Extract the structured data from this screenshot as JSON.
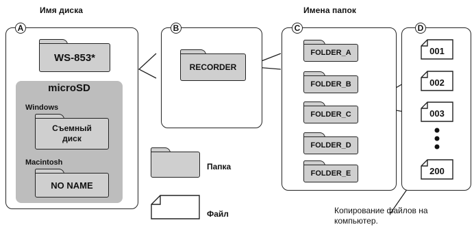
{
  "headings": {
    "disk_name": "Имя диска",
    "folder_names": "Имена папок"
  },
  "markers": {
    "a": "A",
    "b": "B",
    "c": "C",
    "d": "D"
  },
  "panel_a": {
    "drive_folder": "WS-853*",
    "microsd_title": "microSD",
    "windows_label": "Windows",
    "windows_folder": "Съемный диск",
    "mac_label": "Macintosh",
    "mac_folder": "NO NAME"
  },
  "panel_b": {
    "folder": "RECORDER"
  },
  "panel_c": {
    "folders": [
      "FOLDER_A",
      "FOLDER_B",
      "FOLDER_C",
      "FOLDER_D",
      "FOLDER_E"
    ]
  },
  "panel_d": {
    "files": [
      "001",
      "002",
      "003",
      "200"
    ]
  },
  "legend": {
    "folder_label": "Папка",
    "file_label": "Файл"
  },
  "caption": "Копирование файлов на компьютер.",
  "icons": {
    "folder": "folder-icon",
    "file": "file-icon",
    "ellipsis": "vertical-ellipsis-icon"
  }
}
